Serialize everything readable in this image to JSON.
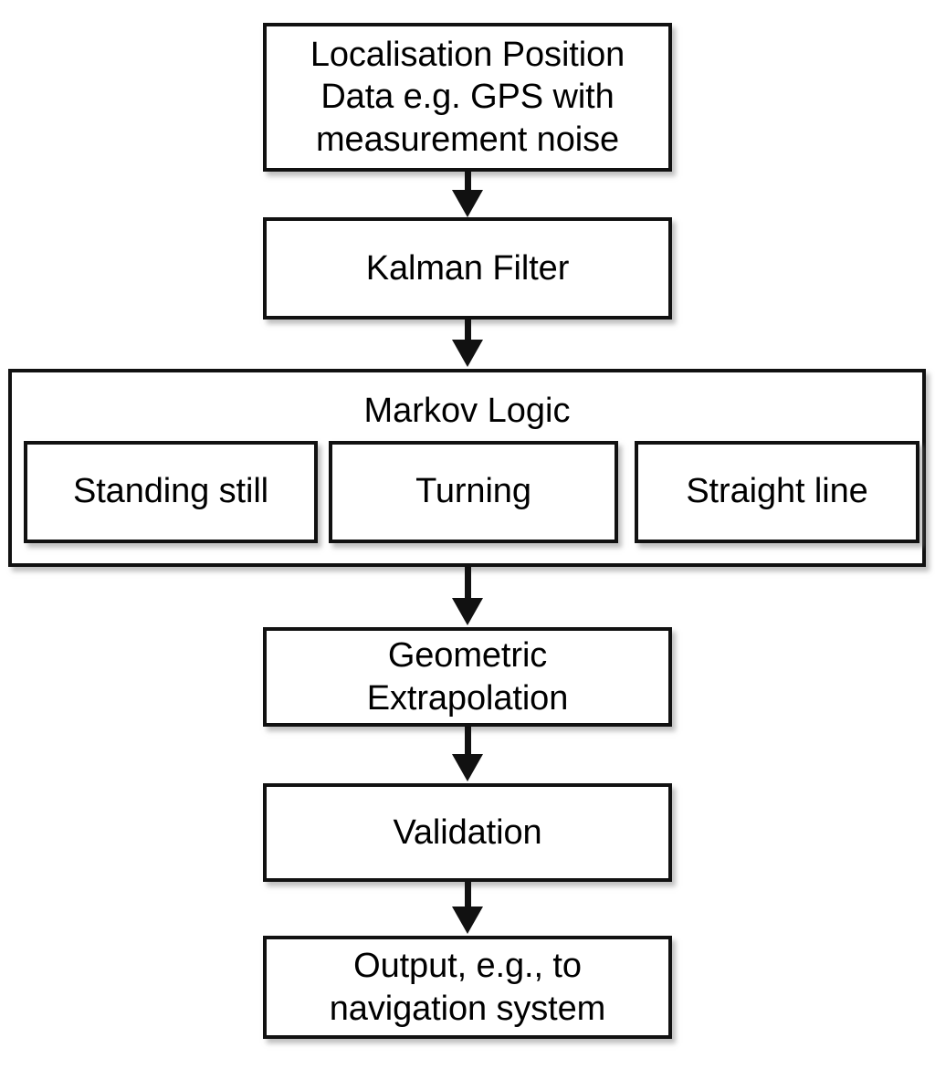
{
  "diagram": {
    "type": "flowchart",
    "orientation": "top-to-bottom",
    "background_color": "#ffffff",
    "line_color": "#111111",
    "text_color": "#000000",
    "nodes": [
      {
        "id": "localisation",
        "label": "Localisation Position\nData e.g. GPS with\nmeasurement noise"
      },
      {
        "id": "kalman",
        "label": "Kalman Filter"
      },
      {
        "id": "markov-group",
        "label": "Markov Logic",
        "children": [
          {
            "id": "standing-still",
            "label": "Standing still"
          },
          {
            "id": "turning",
            "label": "Turning"
          },
          {
            "id": "straight-line",
            "label": "Straight line"
          }
        ]
      },
      {
        "id": "geometric",
        "label": "Geometric\nExtrapolation"
      },
      {
        "id": "validation",
        "label": "Validation"
      },
      {
        "id": "output",
        "label": "Output, e.g., to\nnavigation system"
      }
    ],
    "edges": [
      {
        "id": "arrow-1",
        "from": "localisation",
        "to": "kalman",
        "style": "solid-arrow-down"
      },
      {
        "id": "arrow-2",
        "from": "kalman",
        "to": "markov-group",
        "style": "solid-arrow-down"
      },
      {
        "id": "arrow-3",
        "from": "markov-group",
        "to": "geometric",
        "style": "solid-arrow-down"
      },
      {
        "id": "arrow-4",
        "from": "geometric",
        "to": "validation",
        "style": "solid-arrow-down"
      },
      {
        "id": "arrow-5",
        "from": "validation",
        "to": "output",
        "style": "solid-arrow-down"
      }
    ]
  }
}
